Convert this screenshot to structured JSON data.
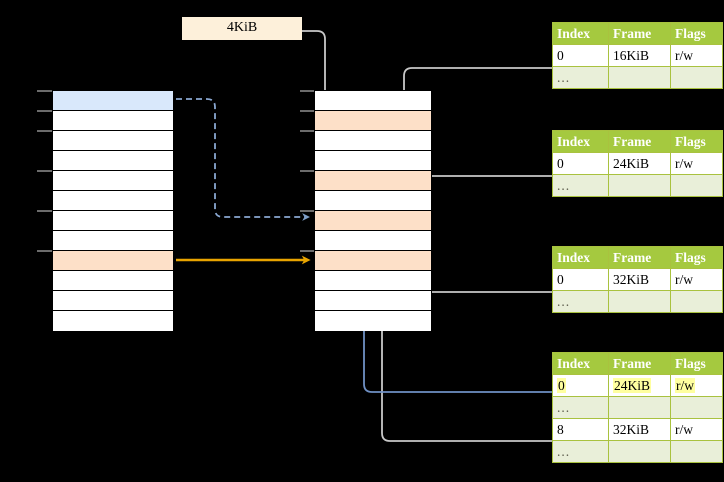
{
  "diagram": {
    "title": "page-table-walk-diagram",
    "background_color": "#000000",
    "size_label": {
      "text": "4KiB"
    },
    "colors": {
      "header_green": "#a5c93f",
      "ellipsis_green": "#e9efd9",
      "highlight_yellow": "#ffffa0",
      "row_blue": "#d9e8fb",
      "row_peach": "#fde0c8",
      "label_peach": "#fdf0da",
      "connector_gray": "#c8c8c8",
      "connector_blue": "#7090c0",
      "connector_orange": "#e8a400"
    }
  },
  "left_column": {
    "name": "virtual-address-space",
    "row_count": 12,
    "rows": [
      {
        "index": 0,
        "fill": "blue"
      },
      {
        "index": 1,
        "fill": "white"
      },
      {
        "index": 2,
        "fill": "white"
      },
      {
        "index": 3,
        "fill": "white"
      },
      {
        "index": 4,
        "fill": "white"
      },
      {
        "index": 5,
        "fill": "white"
      },
      {
        "index": 6,
        "fill": "white"
      },
      {
        "index": 7,
        "fill": "white"
      },
      {
        "index": 8,
        "fill": "peach"
      },
      {
        "index": 9,
        "fill": "white"
      },
      {
        "index": 10,
        "fill": "white"
      },
      {
        "index": 11,
        "fill": "white"
      }
    ]
  },
  "middle_column": {
    "name": "physical-memory",
    "row_count": 12,
    "rows": [
      {
        "index": 0,
        "fill": "white"
      },
      {
        "index": 1,
        "fill": "peach"
      },
      {
        "index": 2,
        "fill": "white"
      },
      {
        "index": 3,
        "fill": "white"
      },
      {
        "index": 4,
        "fill": "peach"
      },
      {
        "index": 5,
        "fill": "white"
      },
      {
        "index": 6,
        "fill": "peach"
      },
      {
        "index": 7,
        "fill": "white"
      },
      {
        "index": 8,
        "fill": "peach"
      },
      {
        "index": 9,
        "fill": "white"
      },
      {
        "index": 10,
        "fill": "white"
      },
      {
        "index": 11,
        "fill": "white"
      }
    ]
  },
  "page_tables": [
    {
      "name": "page-table-level-1",
      "headers": [
        "Index",
        "Frame",
        "Flags"
      ],
      "rows": [
        {
          "type": "data",
          "cells": [
            "0",
            "16KiB",
            "r/w"
          ],
          "highlight": false
        },
        {
          "type": "ellipsis",
          "cells": [
            "...",
            "",
            ""
          ]
        }
      ]
    },
    {
      "name": "page-table-level-2",
      "headers": [
        "Index",
        "Frame",
        "Flags"
      ],
      "rows": [
        {
          "type": "data",
          "cells": [
            "0",
            "24KiB",
            "r/w"
          ],
          "highlight": false
        },
        {
          "type": "ellipsis",
          "cells": [
            "...",
            "",
            ""
          ]
        }
      ]
    },
    {
      "name": "page-table-level-3",
      "headers": [
        "Index",
        "Frame",
        "Flags"
      ],
      "rows": [
        {
          "type": "data",
          "cells": [
            "0",
            "32KiB",
            "r/w"
          ],
          "highlight": false
        },
        {
          "type": "ellipsis",
          "cells": [
            "...",
            "",
            ""
          ]
        }
      ]
    },
    {
      "name": "page-table-level-4",
      "headers": [
        "Index",
        "Frame",
        "Flags"
      ],
      "rows": [
        {
          "type": "data",
          "cells": [
            "0",
            "24KiB",
            "r/w"
          ],
          "highlight": true
        },
        {
          "type": "ellipsis",
          "cells": [
            "...",
            "",
            ""
          ]
        },
        {
          "type": "data",
          "cells": [
            "8",
            "32KiB",
            "r/w"
          ],
          "highlight": false
        },
        {
          "type": "ellipsis",
          "cells": [
            "...",
            "",
            ""
          ]
        }
      ]
    }
  ]
}
